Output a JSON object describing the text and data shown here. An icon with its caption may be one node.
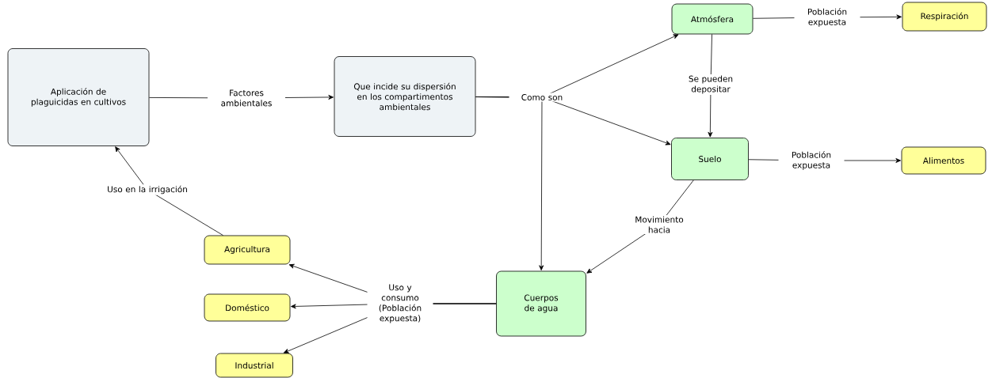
{
  "diagram": {
    "nodes": [
      {
        "text": [
          "Aplicación de plaguicidas en cultivos"
        ]
      },
      {
        "text": [
          "Que incide su dispersión en los compartimentos ambientales"
        ]
      },
      {
        "text": [
          "Atmósfera"
        ]
      },
      {
        "text": [
          "Respiración"
        ]
      },
      {
        "text": [
          "Suelo"
        ]
      },
      {
        "text": [
          "Alimentos"
        ]
      },
      {
        "text": [
          "Cuerpos de agua"
        ]
      },
      {
        "text": [
          "Agricultura"
        ]
      },
      {
        "text": [
          "Doméstico"
        ]
      },
      {
        "text": [
          "Industrial"
        ]
      }
    ],
    "edges": [
      {
        "from": 0,
        "to": 1,
        "arrow": "to",
        "label": "Factores ambientales"
      },
      {
        "from": 1,
        "to": 2,
        "arrow": "to",
        "label": "Como son"
      },
      {
        "from": 1,
        "to": 4,
        "arrow": "to"
      },
      {
        "from": 1,
        "to": 6,
        "arrow": "to"
      },
      {
        "from": 2,
        "to": 3,
        "arrow": "to",
        "label": "Población expuesta"
      },
      {
        "from": 2,
        "to": 4,
        "arrow": "to",
        "label": "Se pueden depositar"
      },
      {
        "from": 4,
        "to": 5,
        "arrow": "to",
        "label": "Población expuesta"
      },
      {
        "from": 4,
        "to": 6,
        "arrow": "to",
        "label": "Movimiento hacia"
      },
      {
        "from": 6,
        "to": 7,
        "arrow": "to",
        "label": "Uso y consumo (Población expuesta)"
      },
      {
        "from": 6,
        "to": 8,
        "arrow": "to"
      },
      {
        "from": 6,
        "to": 9,
        "arrow": "to"
      },
      {
        "from": 7,
        "to": 0,
        "arrow": "to",
        "label": "Uso en la irrigación"
      }
    ]
  }
}
